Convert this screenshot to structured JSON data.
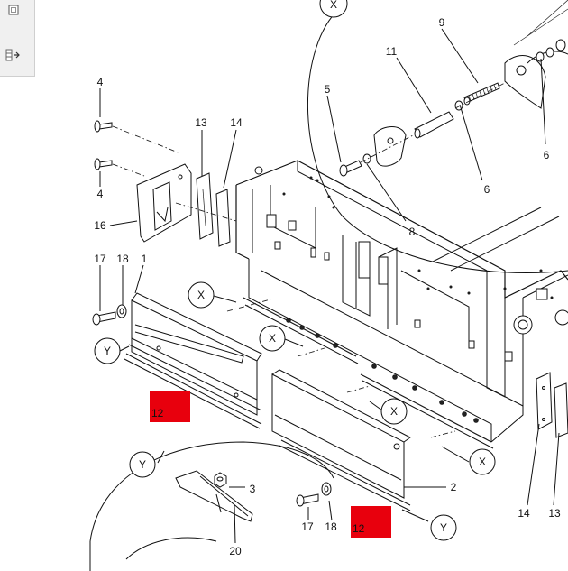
{
  "toolbar": {
    "buttons": [
      {
        "name": "window-restore-button",
        "icon": "square-icon"
      },
      {
        "name": "move-to-panel-button",
        "icon": "move-arrow-icon"
      }
    ]
  },
  "diagram": {
    "callouts": [
      {
        "id": "x-top",
        "text": "X"
      },
      {
        "id": "x-left",
        "text": "X"
      },
      {
        "id": "x-mid",
        "text": "X"
      },
      {
        "id": "x-right-upper",
        "text": "X"
      },
      {
        "id": "x-right-lower",
        "text": "X"
      },
      {
        "id": "y-left",
        "text": "Y"
      },
      {
        "id": "y-detail",
        "text": "Y"
      },
      {
        "id": "y-bottom",
        "text": "Y"
      }
    ],
    "part_labels": {
      "p4a": "4",
      "p4b": "4",
      "p13a": "13",
      "p14a": "14",
      "p16": "16",
      "p17a": "17",
      "p18a": "18",
      "p1": "1",
      "p9": "9",
      "p11": "11",
      "p5": "5",
      "p6a": "6",
      "p6b": "6",
      "p8": "8",
      "p2": "2",
      "p3": "3",
      "p20": "20",
      "p17b": "17",
      "p18b": "18",
      "p14b": "14",
      "p13b": "13"
    },
    "highlight_tags": [
      {
        "id": "tag-left",
        "text": "12",
        "color": "#e8000d"
      },
      {
        "id": "tag-right",
        "text": "12",
        "color": "#e8000d"
      }
    ]
  }
}
